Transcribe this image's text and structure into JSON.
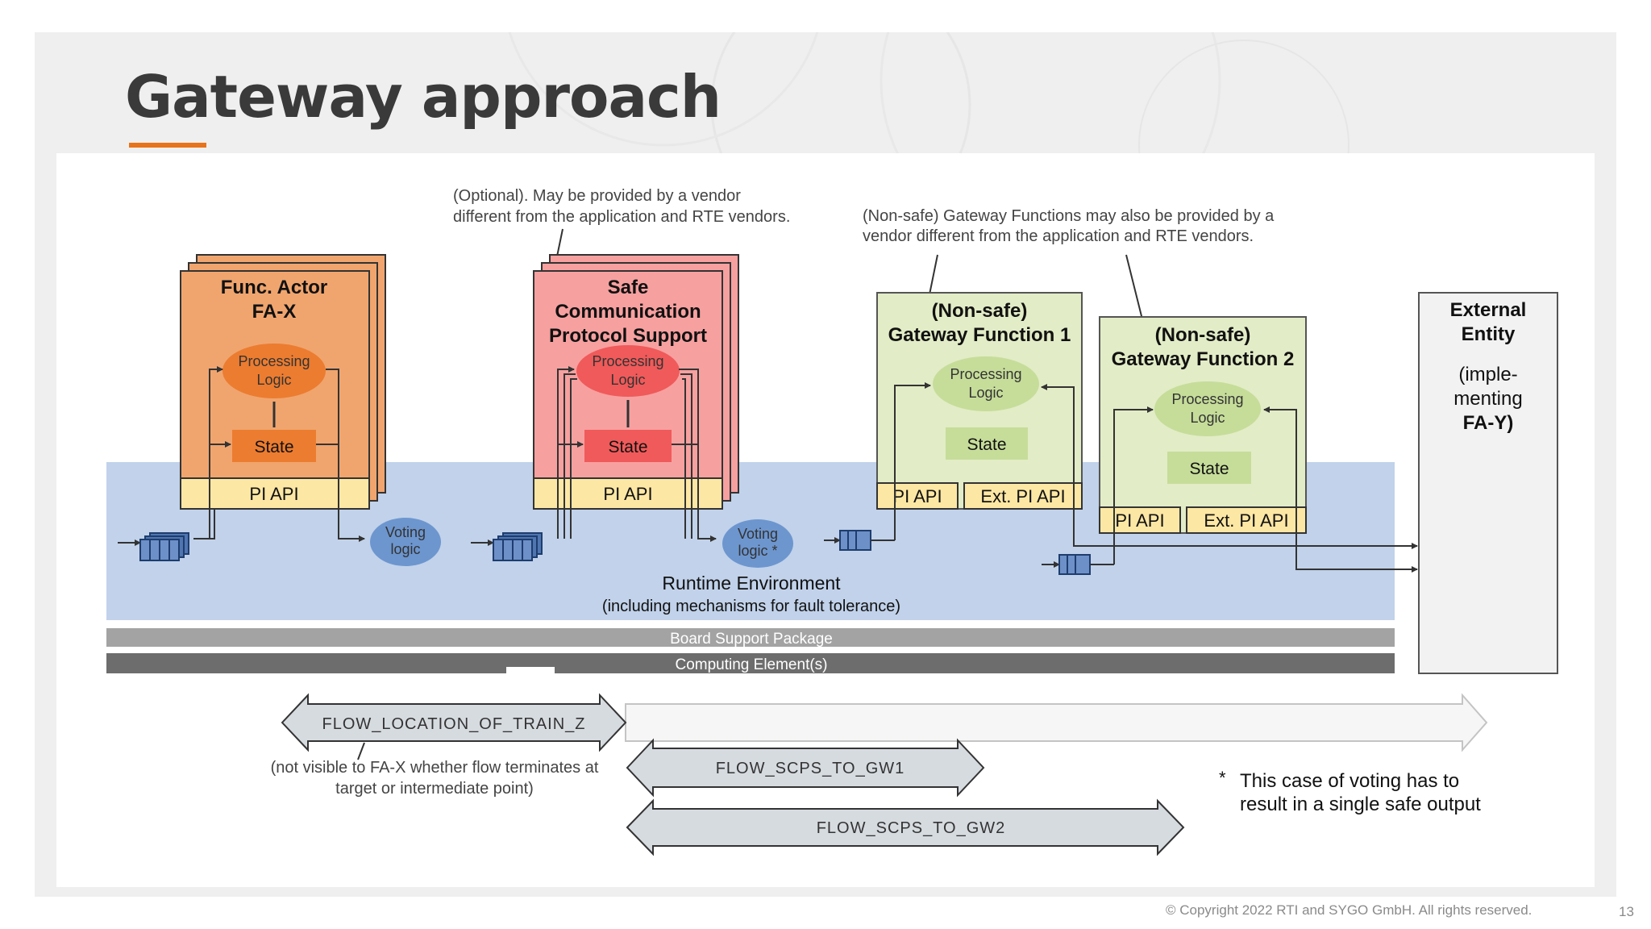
{
  "slide": {
    "title": "Gateway approach",
    "accent_color": "#e8731a",
    "copyright": "© Copyright 2022 RTI and SYGO GmbH.  All rights reserved.",
    "page_number": "13"
  },
  "diagram": {
    "notes": {
      "optional_line1": "(Optional). May be provided by a vendor",
      "optional_line2": "different from the application and RTE vendors.",
      "gateway_line1": "(Non-safe) Gateway Functions may also be provided by a",
      "gateway_line2": "vendor different from the application and RTE vendors."
    },
    "func_actor": {
      "title_line1": "Func. Actor",
      "title_line2": "FA-X",
      "processing_line1": "Processing",
      "processing_line2": "Logic",
      "state": "State",
      "api": "PI API",
      "color": "#f0a56e"
    },
    "scps": {
      "title_line1": "Safe",
      "title_line2": "Communication",
      "title_line3": "Protocol  Support",
      "processing_line1": "Processing",
      "processing_line2": "Logic",
      "state": "State",
      "api": "PI API",
      "color": "#f7a0a0"
    },
    "voting1": {
      "line1": "Voting",
      "line2": "logic"
    },
    "voting2": {
      "line1": "Voting",
      "line2": "logic *"
    },
    "gateway1": {
      "title_line1": "(Non-safe)",
      "title_line2": "Gateway Function 1",
      "processing_line1": "Processing",
      "processing_line2": "Logic",
      "state": "State",
      "api": "PI API",
      "ext_api": "Ext. PI API",
      "color": "#e2ecc6"
    },
    "gateway2": {
      "title_line1": "(Non-safe)",
      "title_line2": "Gateway Function 2",
      "processing_line1": "Processing",
      "processing_line2": "Logic",
      "state": "State",
      "api": "PI API",
      "ext_api": "Ext. PI API",
      "color": "#e2ecc6"
    },
    "external": {
      "line1": "External",
      "line2": "Entity",
      "line3": "(imple-",
      "line4": "menting",
      "line5": "FA-Y)"
    },
    "runtime": {
      "line1": "Runtime Environment",
      "line2": "(including mechanisms for fault tolerance)",
      "color": "#c1d2ea"
    },
    "bsp": "Board Support Package",
    "computing": "Computing Element(s)",
    "flows": {
      "location": "FLOW_LOCATION_OF_TRAIN_Z",
      "location_note_line1": "(not visible to FA-X whether flow terminates at",
      "location_note_line2": "target or intermediate point)",
      "gw1": "FLOW_SCPS_TO_GW1",
      "gw2": "FLOW_SCPS_TO_GW2"
    },
    "footnote": {
      "star": "*",
      "line1": "This case of voting has to",
      "line2": "result in a single safe output"
    }
  }
}
